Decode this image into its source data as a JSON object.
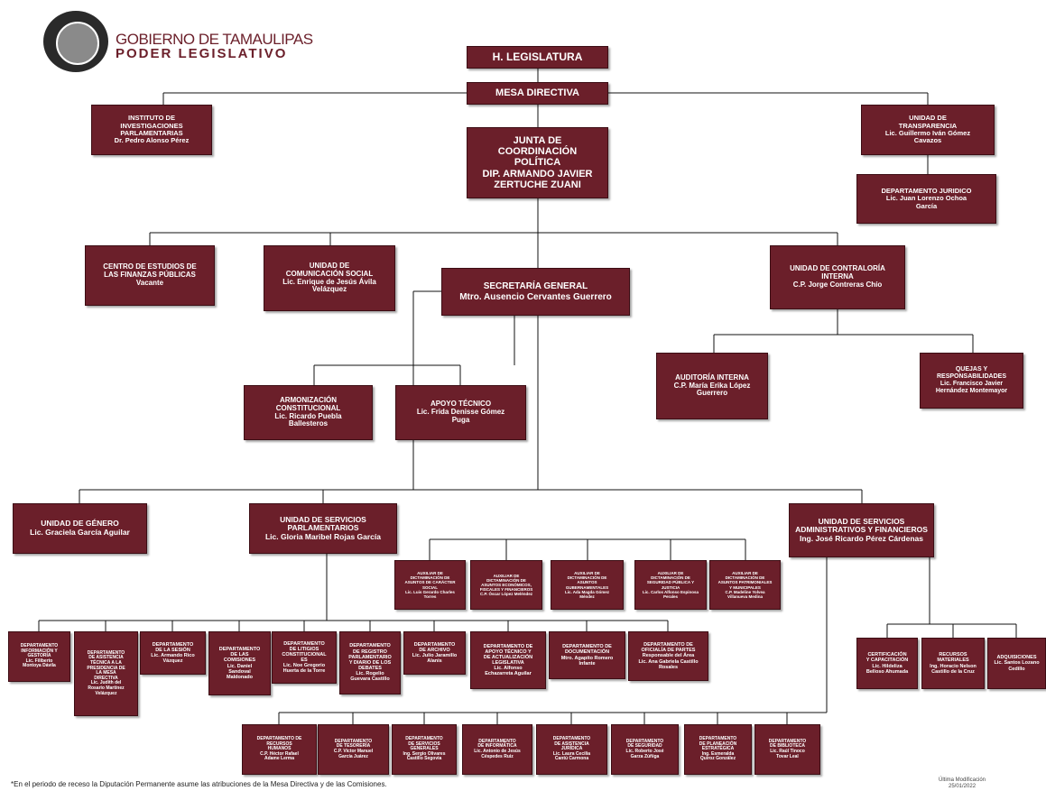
{
  "header": {
    "line1": "GOBIERNO DE TAMAULIPAS",
    "line2": "PODER LEGISLATIVO"
  },
  "nodes": {
    "hleg": {
      "lines": [
        "H. LEGISLATURA"
      ]
    },
    "mesa": {
      "lines": [
        "MESA DIRECTIVA"
      ]
    },
    "inst": {
      "lines": [
        "INSTITUTO DE",
        "INVESTIGACIONES",
        "PARLAMENTARIAS",
        "Dr. Pedro Alonso Pérez"
      ]
    },
    "transp": {
      "lines": [
        "UNIDAD DE",
        "TRANSPARENCIA",
        "Lic. Guillermo Iván Gómez",
        "Cavazos"
      ]
    },
    "juridico": {
      "lines": [
        "DEPARTAMENTO JURIDICO",
        "Lic. Juan Lorenzo Ochoa",
        "García"
      ]
    },
    "junta": {
      "lines": [
        "JUNTA DE",
        "COORDINACIÓN",
        "POLÍTICA",
        "DIP. ARMANDO JAVIER",
        "ZERTUCHE ZUANI"
      ]
    },
    "cefp": {
      "lines": [
        "CENTRO DE ESTUDIOS DE",
        "LAS FINANZAS PÚBLICAS",
        "Vacante"
      ]
    },
    "comsoc": {
      "lines": [
        "UNIDAD DE",
        "COMUNICACIÓN SOCIAL",
        "Lic. Enrique de Jesús Ávila",
        "Velázquez"
      ]
    },
    "secgen": {
      "lines": [
        "SECRETARÍA GENERAL",
        "Mtro. Ausencio Cervantes Guerrero"
      ]
    },
    "contra": {
      "lines": [
        "UNIDAD DE CONTRALORÍA",
        "INTERNA",
        "C.P. Jorge Contreras Chío"
      ]
    },
    "audit": {
      "lines": [
        "AUDITORÍA INTERNA",
        "C.P. María Erika López",
        "Guerrero"
      ]
    },
    "quejas": {
      "lines": [
        "QUEJAS Y",
        "RESPONSABILIDADES",
        "Lic. Francisco Javier",
        "Hernández Montemayor"
      ]
    },
    "armon": {
      "lines": [
        "ARMONIZACIÓN",
        "CONSTITUCIONAL",
        "Lic. Ricardo Puebla",
        "Ballesteros"
      ]
    },
    "apoyo": {
      "lines": [
        "APOYO TÉCNICO",
        "Lic. Frida Denisse Gómez",
        "Puga"
      ]
    },
    "genero": {
      "lines": [
        "UNIDAD DE GÉNERO",
        "Lic. Graciela García Aguilar"
      ]
    },
    "usp": {
      "lines": [
        "UNIDAD DE SERVICIOS",
        "PARLAMENTARIOS",
        "Lic. Gloria Maribel Rojas García"
      ]
    },
    "usaf": {
      "lines": [
        "UNIDAD DE SERVICIOS",
        "ADMINISTRATIVOS Y FINANCIEROS",
        "Ing. José Ricardo Pérez Cárdenas"
      ]
    },
    "aux1": {
      "lines": [
        "AUXILIAR DE",
        "DICTAMINACIÓN DE",
        "ASUNTOS DE CARÁCTER",
        "SOCIAL",
        "Lic. Luis Gerardo Charles",
        "Torres"
      ]
    },
    "aux2": {
      "lines": [
        "AUXILIAR DE",
        "DICTAMINACIÓN DE",
        "ASUNTOS ECONÓMICOS,",
        "FISCALES Y FINANCIEROS",
        "C.P. Óscar López Meléndez"
      ]
    },
    "aux3": {
      "lines": [
        "AUXILIAR DE",
        "DICTAMINACIÓN DE",
        "ASUNTOS",
        "GUBERNAMENTALES",
        "Lic. Ada Magda Gómez",
        "Méndez"
      ]
    },
    "aux4": {
      "lines": [
        "AUXILIAR DE",
        "DICTAMINACIÓN DE",
        "SEGURIDAD PÚBLICA Y",
        "JUSTICIA",
        "Lic. Carlos Alfonso Espinosa",
        "Perales"
      ]
    },
    "aux5": {
      "lines": [
        "AUXILIAR DE",
        "DICTAMINACIÓN DE",
        "ASUNTOS PATRIMONIALES",
        "Y MUNICIPALES",
        "C.P. Madeline Yolvea",
        "Villanueva Medina"
      ]
    },
    "d1": {
      "lines": [
        "DEPARTAMENTO",
        "INFORMACIÓN Y",
        "GESTORÍA",
        "Lic. Filiberto",
        "Montoya Dávila"
      ]
    },
    "d2": {
      "lines": [
        "DEPARTAMENTO",
        "DE ASISTENCIA",
        "TÉCNICA A LA",
        "PRESIDENCIA DE",
        "LA MESA",
        "DIRECTIVA",
        "Lic. Judith del",
        "Rosario Martínez",
        "Velázquez"
      ]
    },
    "d3": {
      "lines": [
        "DEPARTAMENTO",
        "DE LA SESIÓN",
        "Lic. Armando Rico",
        "Vázquez"
      ]
    },
    "d4": {
      "lines": [
        "DEPARTAMENTO",
        "DE LAS",
        "COMISIONES",
        "Lic. Daniel",
        "Sandoval",
        "Maldonado"
      ]
    },
    "d5": {
      "lines": [
        "DEPARTAMENTO",
        "DE LITIGIOS",
        "CONSTITUCIONAL",
        "ES",
        "Lic. Noe Gregorio",
        "Huerta de la Torre"
      ]
    },
    "d6": {
      "lines": [
        "DEPARTAMENTO",
        "DE REGISTRO",
        "PARLAMENTARIO",
        "Y DIARIO DE LOS",
        "DEBATES",
        "Lic. Rogelio",
        "Guevara Castillo"
      ]
    },
    "d7": {
      "lines": [
        "DEPARTAMENTO",
        "DE ARCHIVO",
        "Lic. Julio Jaramillo",
        "Alanis"
      ]
    },
    "d8": {
      "lines": [
        "DEPARTAMENTO DE",
        "APOYO TÉCNICO Y",
        "DE ACTUALIZACIÓN",
        "LEGISLATIVA",
        "Lic. Alfonso",
        "Echazarreta Aguilar"
      ]
    },
    "d9": {
      "lines": [
        "DEPARTAMENTO DE",
        "DOCUMENTACIÓN",
        "Mtro. Agapito Romero",
        "Infante"
      ]
    },
    "d10": {
      "lines": [
        "DEPARTAMENTO DE",
        "OFICIALÍA DE PARTES",
        "Responsable del Área",
        "Lic. Ana Gabriela Castillo",
        "Rosales"
      ]
    },
    "cert": {
      "lines": [
        "CERTIFICACIÓN",
        "Y CAPACITACIÓN",
        "Lic. Hildeliza",
        "Belloso Ahumada"
      ]
    },
    "recmat": {
      "lines": [
        "RECURSOS",
        "MATERIALES",
        "Ing. Horacio Nelson",
        "Castillo de la Cruz"
      ]
    },
    "adq": {
      "lines": [
        "ADQUISICIONES",
        "Lic. Santos Lozano",
        "Cedillo"
      ]
    },
    "b1": {
      "lines": [
        "DEPARTAMENTO DE",
        "RECURSOS",
        "HUMANOS",
        "C.P. Héctor Rafael",
        "Adame Lerma"
      ]
    },
    "b2": {
      "lines": [
        "DEPARTAMENTO",
        "DE TESORERÍA",
        "C.P. Víctor Manuel",
        "García Juárez"
      ]
    },
    "b3": {
      "lines": [
        "DEPARTAMENTO",
        "DE SERVICIOS",
        "GENERALES",
        "Ing. Sergio Olivares",
        "Castillo Segovia"
      ]
    },
    "b4": {
      "lines": [
        "DEPARTAMENTO",
        "DE INFORMÁTICA",
        "Lic. Antonio de Jesús",
        "Céspedes Ruiz"
      ]
    },
    "b5": {
      "lines": [
        "DEPARTAMENTO",
        "DE ASISTENCIA",
        "JURÍDICA",
        "Lic. Laura Cecilia",
        "Cantú Carmona"
      ]
    },
    "b6": {
      "lines": [
        "DEPARTAMENTO",
        "DE SEGURIDAD",
        "Lic. Roberto José",
        "Garza Zúñiga"
      ]
    },
    "b7": {
      "lines": [
        "DEPARTAMENTO",
        "DE PLANEACIÓN",
        "ESTRATÉGICA",
        "Ing. Esmeralda",
        "Quiroz González"
      ]
    },
    "b8": {
      "lines": [
        "DEPARTAMENTO",
        "DE BIBLIOTECA",
        "Lic. Raúl Tinoco",
        "Tovar Leal"
      ]
    }
  },
  "footnote": "*En el periodo de receso la Diputación Permanente asume las atribuciones de la Mesa Directiva y de las Comisiones.",
  "modified": {
    "label": "Última Modificación",
    "date": "25/01/2022"
  },
  "colors": {
    "box": "#6b1f2a",
    "line": "#000000",
    "text": "#ffffff"
  }
}
